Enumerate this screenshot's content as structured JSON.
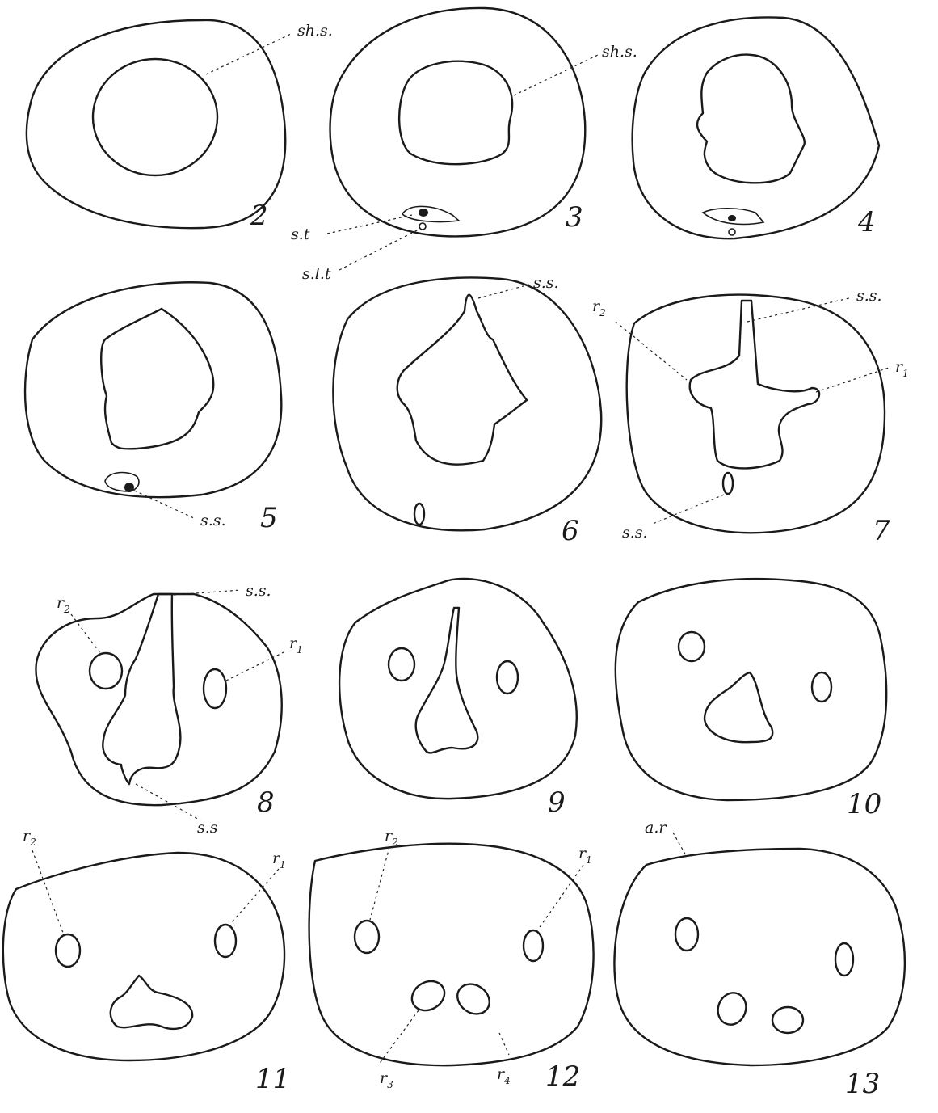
{
  "figures": [
    {
      "number": "2",
      "labels": [
        "sh.s."
      ]
    },
    {
      "number": "3",
      "labels": [
        "sh.s.",
        "s.t",
        "s.l.t"
      ]
    },
    {
      "number": "4",
      "labels": []
    },
    {
      "number": "5",
      "labels": [
        "s.s."
      ]
    },
    {
      "number": "6",
      "labels": [
        "s.s."
      ]
    },
    {
      "number": "7",
      "labels": [
        "s.s.",
        "r",
        "2",
        "r",
        "1",
        "s.s."
      ]
    },
    {
      "number": "8",
      "labels": [
        "r",
        "2",
        "s.s.",
        "r",
        "1",
        "s.s"
      ]
    },
    {
      "number": "9",
      "labels": []
    },
    {
      "number": "10",
      "labels": []
    },
    {
      "number": "11",
      "labels": [
        "r",
        "2",
        "r",
        "1"
      ]
    },
    {
      "number": "12",
      "labels": [
        "r",
        "2",
        "r",
        "1",
        "r",
        "3",
        "r",
        "4"
      ]
    },
    {
      "number": "13",
      "labels": [
        "a.r"
      ]
    }
  ]
}
